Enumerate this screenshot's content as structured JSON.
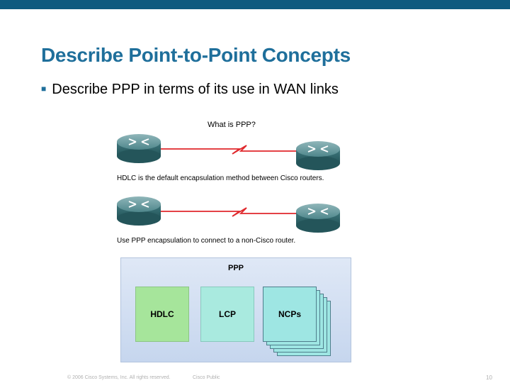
{
  "slide": {
    "title": "Describe Point-to-Point Concepts",
    "bullet": "Describe PPP in terms of its use in WAN links"
  },
  "figure": {
    "title": "What is PPP?",
    "caption_1": "HDLC is the default encapsulation method between Cisco routers.",
    "caption_2": "Use PPP encapsulation to connect to a non-Cisco router.",
    "stack": {
      "label": "PPP",
      "layers": [
        "HDLC",
        "LCP",
        "NCPs"
      ]
    }
  },
  "footer": {
    "copyright": "© 2006 Cisco Systems, Inc. All rights reserved.",
    "classification": "Cisco Public",
    "page_number": "10"
  },
  "colors": {
    "top_bar": "#0e5a7f",
    "title": "#1f6f9b",
    "wan_link": "#e0282c",
    "router": "#3f7a80"
  },
  "icons": [
    "router-icon",
    "wan-link-icon",
    "bullet-icon"
  ]
}
